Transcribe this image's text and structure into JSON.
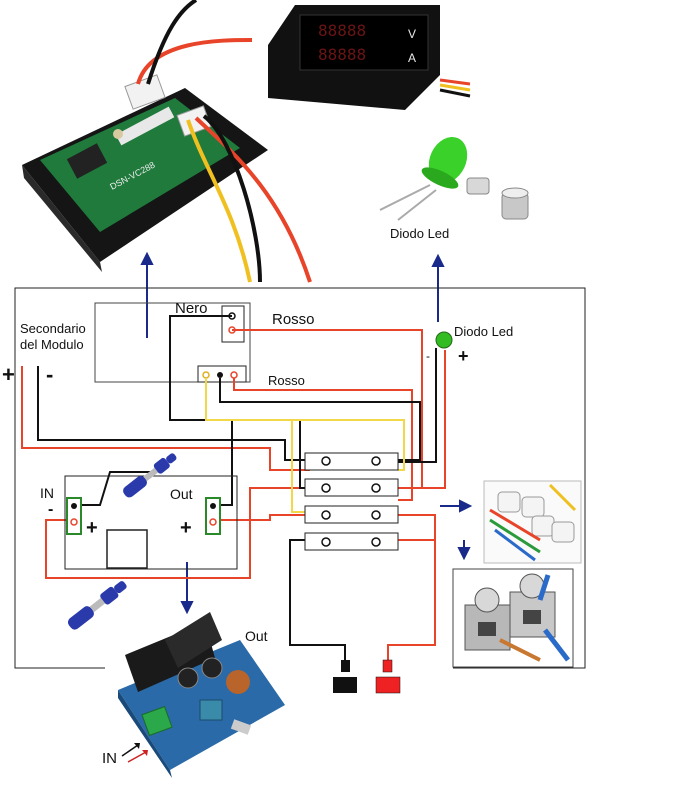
{
  "labels": {
    "secondario_line1": "Secondario",
    "secondario_line2": "del Modulo",
    "plus": "+",
    "minus": "-",
    "nero": "Nero",
    "rosso_top": "Rosso",
    "rosso_mid": "Rosso",
    "diodo_led_photo": "Diodo Led",
    "diodo_led_circuit": "Diodo Led",
    "led_minus": "-",
    "led_plus": "+",
    "in": "IN",
    "in_minus": "-",
    "in_plus": "+",
    "out": "Out",
    "out_plus": "+",
    "module_out": "Out",
    "module_in": "IN",
    "meter_v": "V",
    "meter_a": "A",
    "meter_digits": "88888",
    "board_text": "DSN-VC288"
  },
  "colors": {
    "red_wire": "#e8442a",
    "black_wire": "#111111",
    "yellow_wire": "#f0d848",
    "arrow_blue": "#1a2a8a",
    "led_green": "#33bb22",
    "pcb_green": "#1f7a3c",
    "module_blue": "#2a6aa8",
    "connector_red": "#ee2222"
  },
  "icons": [
    "voltmeter-board-photo",
    "panel-meter-photo",
    "led-photo",
    "terminal-strip-photo",
    "screw-terminal-photo",
    "buck-converter-photo",
    "blue-spade-connector"
  ]
}
